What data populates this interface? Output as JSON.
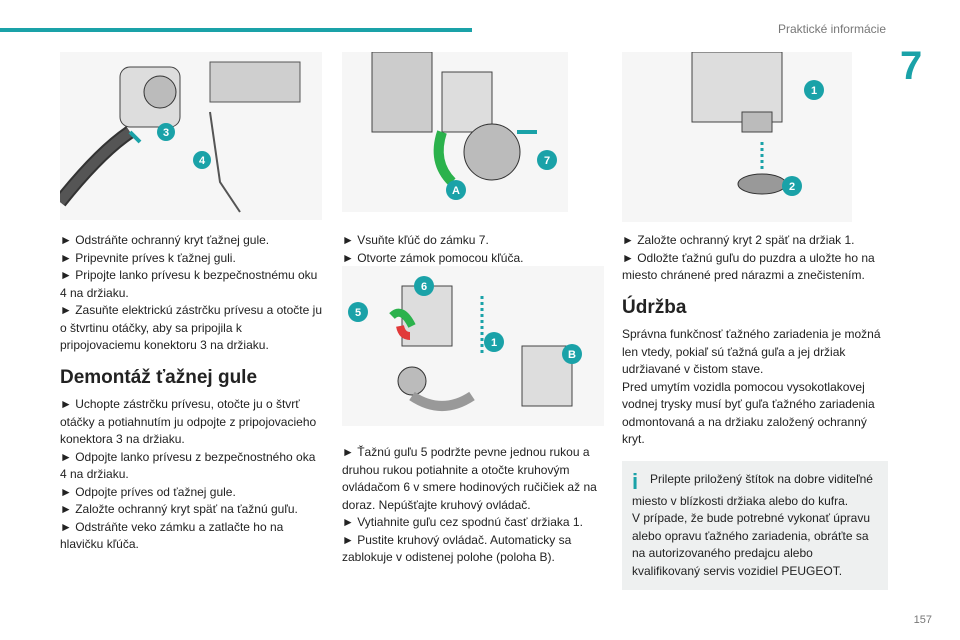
{
  "header": {
    "title": "Praktické informácie",
    "chapter": "7",
    "page": "157"
  },
  "figures": {
    "fig1": {
      "callouts": [
        "3",
        "4"
      ]
    },
    "fig2": {
      "callouts": [
        "7",
        "A"
      ]
    },
    "fig3": {
      "callouts": [
        "5",
        "6",
        "1",
        "B"
      ]
    },
    "fig4": {
      "callouts": [
        "1",
        "2"
      ]
    }
  },
  "col1": {
    "steps": [
      "► Odstráňte ochranný kryt ťažnej gule.",
      "► Pripevnite príves k ťažnej guli.",
      "► Pripojte lanko prívesu k bezpečnostnému oku 4 na držiaku.",
      "► Zasuňte elektrickú zástrčku prívesu a otočte ju o štvrtinu otáčky, aby sa pripojila k pripojovaciemu konektoru 3 na držiaku."
    ],
    "heading": "Demontáž ťažnej gule",
    "steps2": [
      "► Uchopte zástrčku prívesu, otočte ju o štvrť otáčky a potiahnutím ju odpojte z pripojovacieho konektora 3 na držiaku.",
      "► Odpojte lanko prívesu z bezpečnostného oka 4 na držiaku.",
      "► Odpojte príves od ťažnej gule.",
      "► Založte ochranný kryt späť na ťažnú guľu.",
      "► Odstráňte veko zámku a zatlačte ho na hlavičku kľúča."
    ]
  },
  "col2": {
    "steps": [
      "► Vsuňte kľúč do zámku 7.",
      "► Otvorte zámok pomocou kľúča."
    ],
    "steps2": [
      "► Ťažnú guľu 5 podržte pevne jednou rukou a druhou rukou potiahnite a otočte kruhovým ovládačom 6 v smere hodinových ručičiek až na doraz. Nepúšťajte kruhový ovládač.",
      "► Vytiahnite guľu cez spodnú časť držiaka 1.",
      "► Pustite kruhový ovládač. Automaticky sa zablokuje v odistenej polohe (poloha B)."
    ]
  },
  "col3": {
    "steps": [
      "► Založte ochranný kryt 2 späť na držiak 1.",
      "► Odložte ťažnú guľu do puzdra a uložte ho na miesto chránené pred nárazmi a znečistením."
    ],
    "heading": "Údržba",
    "para": "Správna funkčnosť ťažného zariadenia je možná len vtedy, pokiaľ sú ťažná guľa a jej držiak udržiavané v čistom stave.",
    "para2": "Pred umytím vozidla pomocou vysokotlakovej vodnej trysky musí byť guľa ťažného zariadenia odmontovaná a na držiaku založený ochranný kryt.",
    "info": "Prilepte priložený štítok na dobre viditeľné miesto v blízkosti držiaka alebo do kufra.",
    "info2": "V prípade, že bude potrebné vykonať úpravu alebo opravu ťažného zariadenia, obráťte sa na autorizovaného predajcu alebo kvalifikovaný servis vozidiel PEUGEOT."
  }
}
